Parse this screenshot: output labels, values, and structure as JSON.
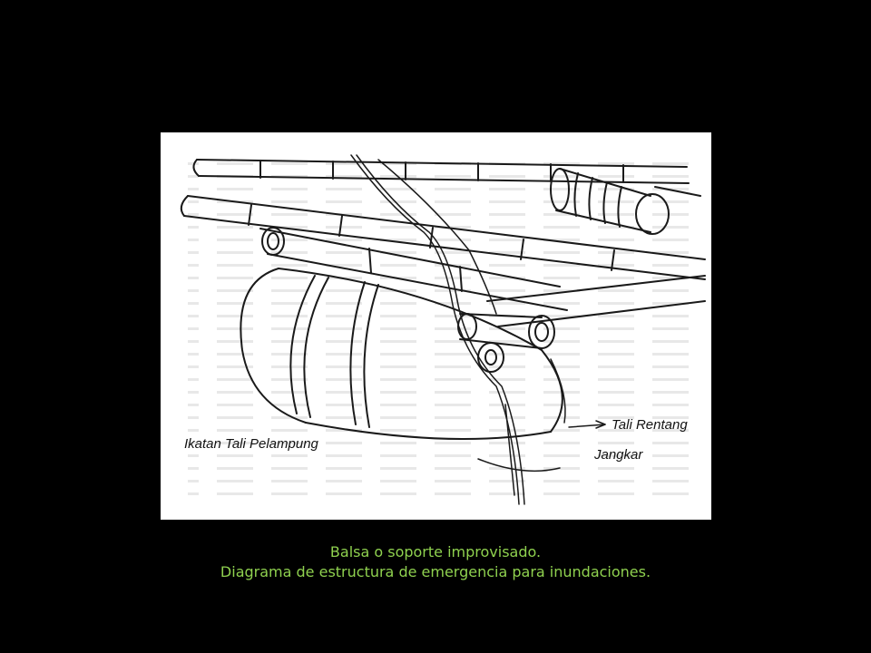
{
  "figure": {
    "labels": {
      "float_rope_tie": "Ikatan Tali Pelampung",
      "hanging_rope": "Tali Rentang",
      "anchor": "Jangkar"
    }
  },
  "caption": {
    "line1": "Balsa  o soporte improvisado.",
    "line2": "Diagrama de estructura de emergencia para inundaciones."
  },
  "colors": {
    "background": "#000000",
    "caption_text": "#8fd14f",
    "figure_background": "#ffffff"
  }
}
